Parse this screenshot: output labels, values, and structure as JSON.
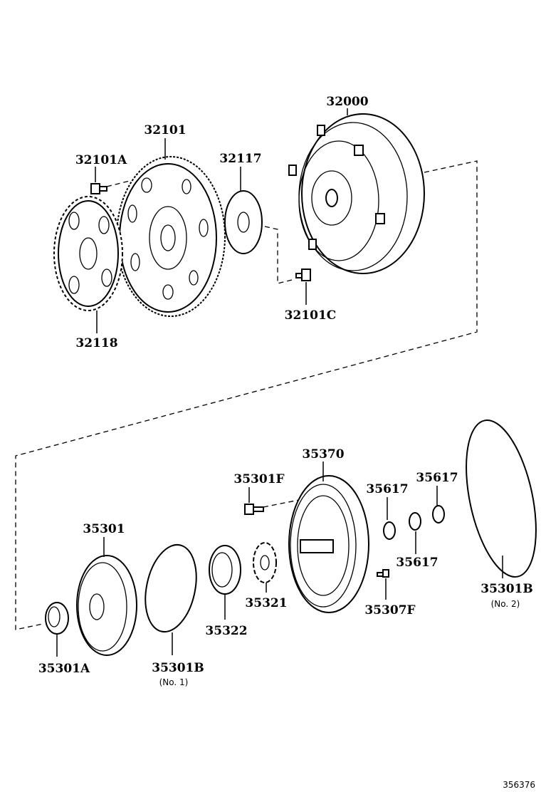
{
  "diagram_id": "356376",
  "parts": {
    "p32000": "32000",
    "p32101": "32101",
    "p32101A": "32101A",
    "p32117": "32117",
    "p32101C": "32101C",
    "p32118": "32118",
    "p35370": "35370",
    "p35301F": "35301F",
    "p35617a": "35617",
    "p35617b": "35617",
    "p35617c": "35617",
    "p35301": "35301",
    "p35321": "35321",
    "p35307F": "35307F",
    "p35301B_2": "35301B",
    "p35301B_2_note": "(No. 2)",
    "p35322": "35322",
    "p35301A": "35301A",
    "p35301B_1": "35301B",
    "p35301B_1_note": "(No. 1)"
  }
}
